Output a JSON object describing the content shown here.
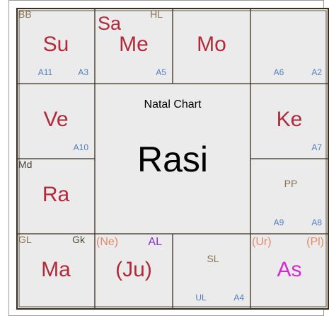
{
  "colors": {
    "background": "#ffffff",
    "panel": "#ebebeb",
    "frame_outer": "#9a9a9a",
    "frame_inner": "#3a2f1f",
    "house_line": "#3a2f1f",
    "planet_red": "#b22a3a",
    "small_brown": "#8a7450",
    "small_dark": "#4a4a3a",
    "arudha_blue": "#4f7fc0",
    "upagraha_orange": "#e08a6a",
    "ascendant_magenta": "#d42ad0",
    "al_purple": "#8a30c8",
    "center_text": "#000000"
  },
  "chart": {
    "type": "south-indian-rasi",
    "title": "Natal Chart",
    "name": "Rasi",
    "houses": [
      {
        "id": "house-1",
        "row": 0,
        "col": 0,
        "labels": [
          {
            "text": "BB",
            "role": "small-topleft",
            "color": "small_brown"
          },
          {
            "text": "Su",
            "role": "planet-main",
            "color": "planet_red"
          },
          {
            "text": "A11",
            "role": "arudha-bottom-1",
            "color": "arudha_blue"
          },
          {
            "text": "A3",
            "role": "arudha-bottom-2",
            "color": "arudha_blue"
          }
        ]
      },
      {
        "id": "house-2",
        "row": 0,
        "col": 1,
        "labels": [
          {
            "text": "Sa",
            "role": "planet-topleft-large",
            "color": "planet_red"
          },
          {
            "text": "HL",
            "role": "small-topright",
            "color": "small_brown"
          },
          {
            "text": "Me",
            "role": "planet-main",
            "color": "planet_red"
          },
          {
            "text": "A5",
            "role": "arudha-bottom-2",
            "color": "arudha_blue"
          }
        ]
      },
      {
        "id": "house-3",
        "row": 0,
        "col": 2,
        "labels": [
          {
            "text": "Mo",
            "role": "planet-main",
            "color": "planet_red"
          }
        ]
      },
      {
        "id": "house-4",
        "row": 0,
        "col": 3,
        "labels": [
          {
            "text": "A6",
            "role": "arudha-bottom-1",
            "color": "arudha_blue"
          },
          {
            "text": "A2",
            "role": "arudha-bottom-2",
            "color": "arudha_blue"
          }
        ]
      },
      {
        "id": "house-5",
        "row": 1,
        "col": 3,
        "labels": [
          {
            "text": "Ke",
            "role": "planet-main",
            "color": "planet_red"
          },
          {
            "text": "A7",
            "role": "arudha-bottom-2",
            "color": "arudha_blue"
          }
        ]
      },
      {
        "id": "house-6",
        "row": 2,
        "col": 3,
        "labels": [
          {
            "text": "PP",
            "role": "small-center",
            "color": "small_brown"
          },
          {
            "text": "A9",
            "role": "arudha-bottom-1",
            "color": "arudha_blue"
          },
          {
            "text": "A8",
            "role": "arudha-bottom-2",
            "color": "arudha_blue"
          }
        ]
      },
      {
        "id": "house-7",
        "row": 3,
        "col": 3,
        "labels": [
          {
            "text": "(Ur)",
            "role": "upagraha-topleft",
            "color": "upagraha_orange"
          },
          {
            "text": "(Pl)",
            "role": "upagraha-topright",
            "color": "upagraha_orange"
          },
          {
            "text": "As",
            "role": "planet-main",
            "color": "ascendant_magenta"
          }
        ]
      },
      {
        "id": "house-8",
        "row": 3,
        "col": 2,
        "labels": [
          {
            "text": "SL",
            "role": "small-center",
            "color": "small_brown"
          },
          {
            "text": "UL",
            "role": "arudha-bottom-1",
            "color": "arudha_blue"
          },
          {
            "text": "A4",
            "role": "arudha-bottom-2",
            "color": "arudha_blue"
          }
        ]
      },
      {
        "id": "house-9",
        "row": 3,
        "col": 1,
        "labels": [
          {
            "text": "(Ne)",
            "role": "upagraha-topleft",
            "color": "upagraha_orange"
          },
          {
            "text": "AL",
            "role": "al-topright",
            "color": "al_purple"
          },
          {
            "text": "(Ju)",
            "role": "planet-main",
            "color": "planet_red"
          }
        ]
      },
      {
        "id": "house-10",
        "row": 3,
        "col": 0,
        "labels": [
          {
            "text": "GL",
            "role": "small-topleft",
            "color": "small_brown"
          },
          {
            "text": "Gk",
            "role": "small-topright",
            "color": "small_dark"
          },
          {
            "text": "Ma",
            "role": "planet-main",
            "color": "planet_red"
          }
        ]
      },
      {
        "id": "house-11",
        "row": 2,
        "col": 0,
        "labels": [
          {
            "text": "Md",
            "role": "small-topleft",
            "color": "small_dark"
          },
          {
            "text": "Ra",
            "role": "planet-main",
            "color": "planet_red"
          }
        ]
      },
      {
        "id": "house-12",
        "row": 1,
        "col": 0,
        "labels": [
          {
            "text": "Ve",
            "role": "planet-main",
            "color": "planet_red"
          },
          {
            "text": "A10",
            "role": "arudha-bottom-2",
            "color": "arudha_blue"
          }
        ]
      }
    ]
  }
}
